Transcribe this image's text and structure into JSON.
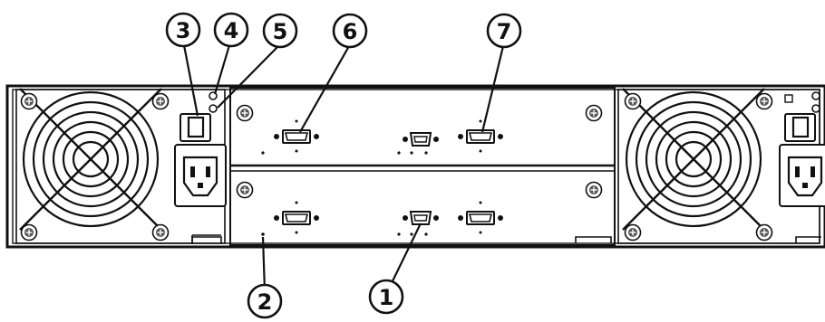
{
  "callouts": [
    {
      "id": "1",
      "label": "1"
    },
    {
      "id": "2",
      "label": "2"
    },
    {
      "id": "3",
      "label": "3"
    },
    {
      "id": "4",
      "label": "4"
    },
    {
      "id": "5",
      "label": "5"
    },
    {
      "id": "6",
      "label": "6"
    },
    {
      "id": "7",
      "label": "7"
    }
  ],
  "colors": {
    "line": "#111111",
    "chassis": "#ffffff",
    "screw": "#6a6a6a",
    "accent": "#777777"
  }
}
